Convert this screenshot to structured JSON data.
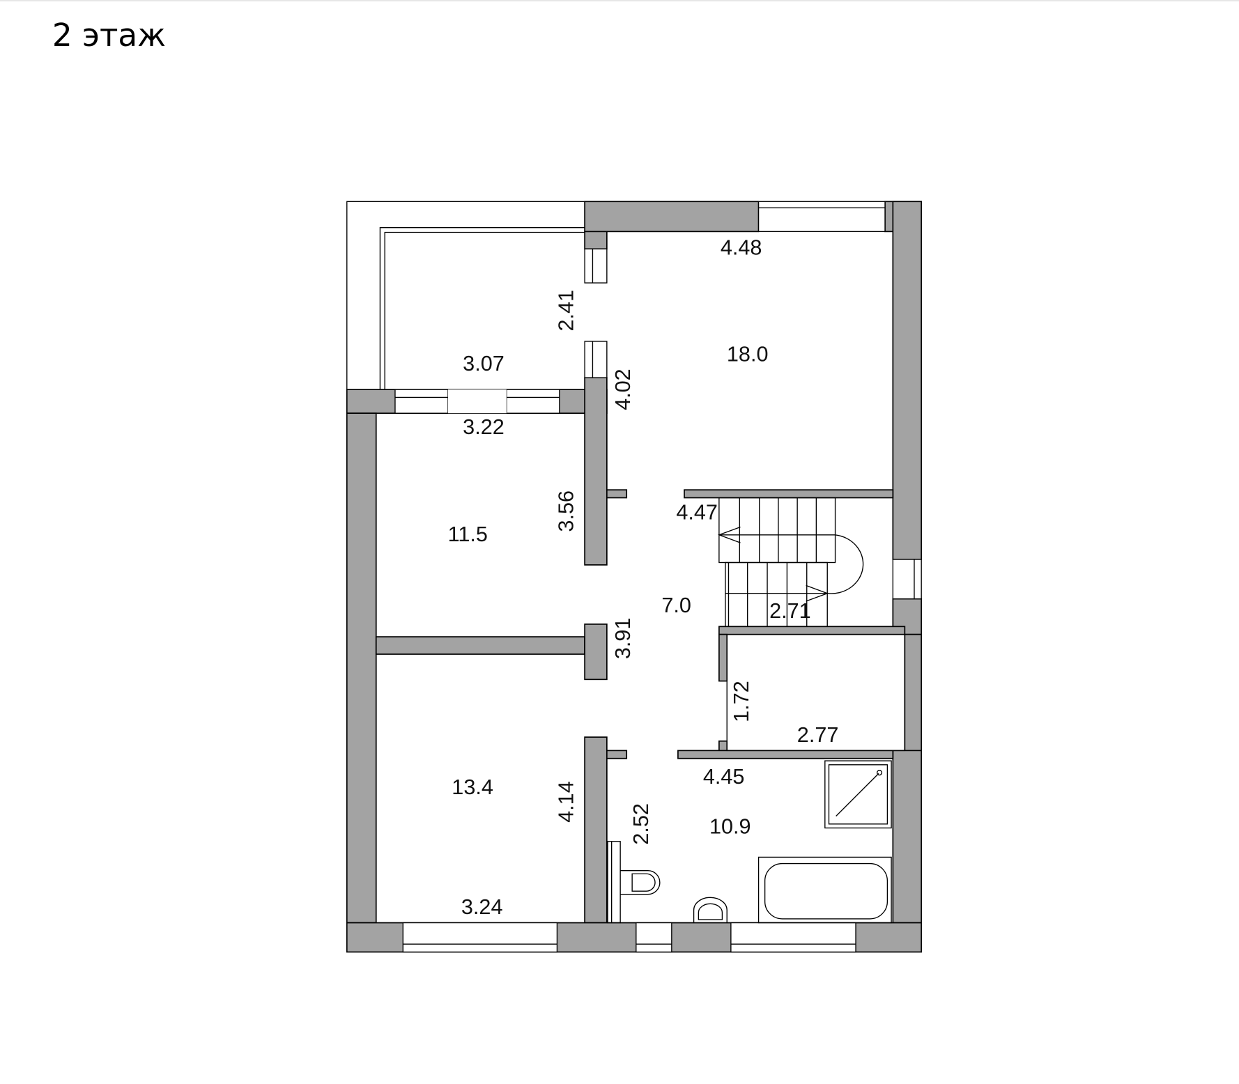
{
  "title": "2 этаж",
  "rooms": [
    {
      "area": "18.0",
      "dims": [
        "4.48",
        "4.02"
      ]
    },
    {
      "area": "11.5",
      "dims": [
        "3.22",
        "3.56"
      ]
    },
    {
      "area": "7.0",
      "dims": [
        "4.47",
        "3.91"
      ]
    },
    {
      "area": "13.4",
      "dims": [
        "3.24",
        "4.14"
      ]
    },
    {
      "area": "10.9",
      "dims": [
        "4.45",
        "2.52"
      ]
    }
  ],
  "balcony": {
    "dims": [
      "3.07",
      "2.41"
    ]
  },
  "stair": {
    "dims": [
      "2.71"
    ]
  },
  "closet": {
    "dims": [
      "2.77",
      "1.72"
    ]
  },
  "colors": {
    "wall": "#a3a3a3"
  }
}
